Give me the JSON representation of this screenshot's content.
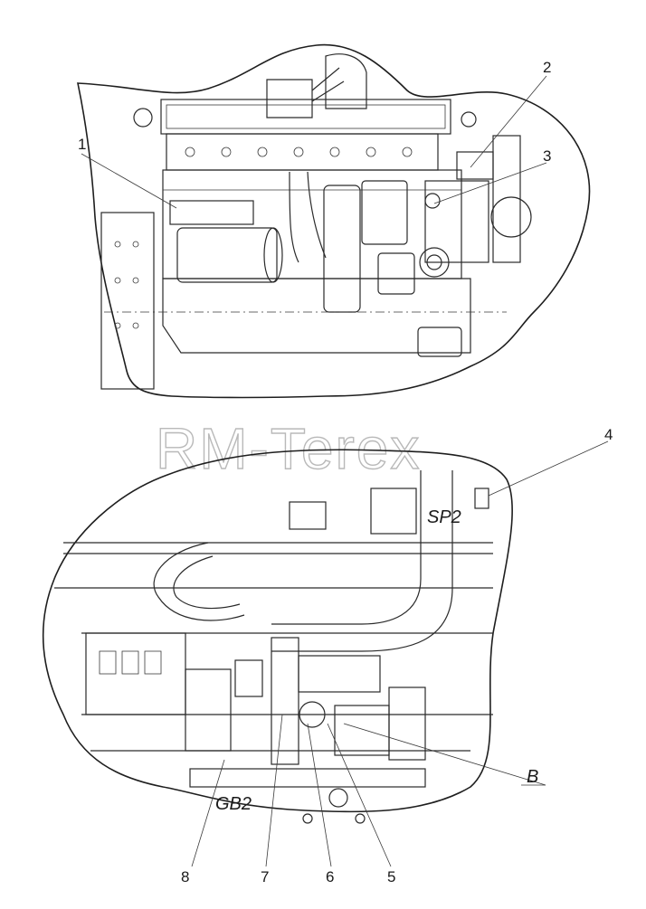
{
  "watermark": "RM-Terex",
  "callouts": {
    "c1": "1",
    "c2": "2",
    "c3": "3",
    "c4": "4",
    "c5": "5",
    "c6": "6",
    "c7": "7",
    "c8": "8"
  },
  "tags": {
    "sp2": "SP2",
    "gb2": "GB2",
    "b": "B"
  },
  "colors": {
    "line": "#2a2a2a",
    "watermark": "#b9b9b9",
    "background": "#ffffff"
  }
}
